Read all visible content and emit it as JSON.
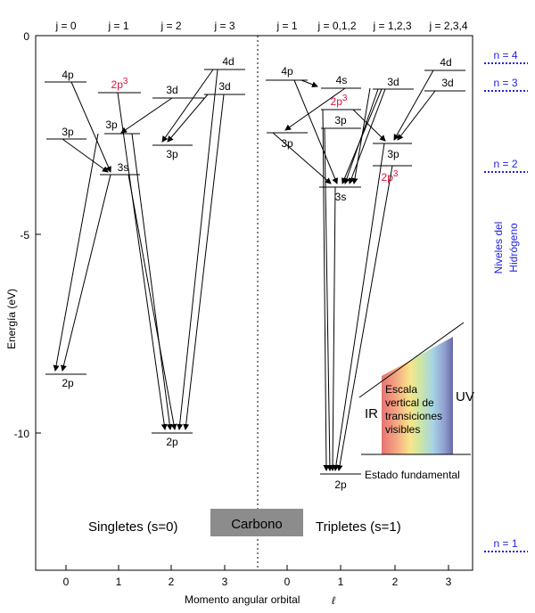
{
  "header_j_left": [
    "j = 0",
    "j = 1",
    "j = 2",
    "j = 3"
  ],
  "header_j_right": [
    "j = 1",
    "j = 0,1,2",
    "j = 1,2,3",
    "j = 2,3,4"
  ],
  "y_axis": {
    "title": "Energía (eV)",
    "ticks": [
      "0",
      "-5",
      "-10"
    ]
  },
  "x_axis": {
    "title": "Momento  angular orbital",
    "symbol": "ℓ",
    "ticks_left": [
      "0",
      "1",
      "2",
      "3"
    ],
    "ticks_right": [
      "0",
      "1",
      "2",
      "3"
    ]
  },
  "hydrogen": {
    "title_line1": "Niveles del",
    "title_line2": "Hidrógeno",
    "levels": [
      "n = 4",
      "n = 3",
      "n = 2",
      "n = 1"
    ]
  },
  "singlets": {
    "label": "Singletes (s=0)",
    "levels": {
      "4p": "4p",
      "2p3": "2p",
      "2p3_sup": "3",
      "3d": "3d",
      "4d": "4d",
      "3p_a": "3p",
      "3p_b": "3p",
      "3s": "3s",
      "3p_c": "3p",
      "2p_a": "2p",
      "2p_b": "2p"
    }
  },
  "triplets": {
    "label": "Tripletes (s=1)",
    "levels": {
      "4p": "4p",
      "4s": "4s",
      "2p3": "2p",
      "2p3_sup": "3",
      "3d_a": "3d",
      "4d": "4d",
      "3d_b": "3d",
      "3p_a": "3p",
      "3p_b": "3p",
      "3p_c": "3p",
      "3s": "3s",
      "2p3b": "2p",
      "2p3b_sup": "3",
      "2p": "2p"
    }
  },
  "center_label": "Carbono",
  "ground_state": "Estado fundamental",
  "spectrum_box": {
    "ir": "IR",
    "uv": "UV",
    "text": [
      "Escala",
      "vertical de",
      "transiciones",
      "visibles"
    ]
  },
  "colors": {
    "hydrogen": "#2222dd",
    "highlight": "#e0103a",
    "carbono_box": "#8c8c8c"
  }
}
